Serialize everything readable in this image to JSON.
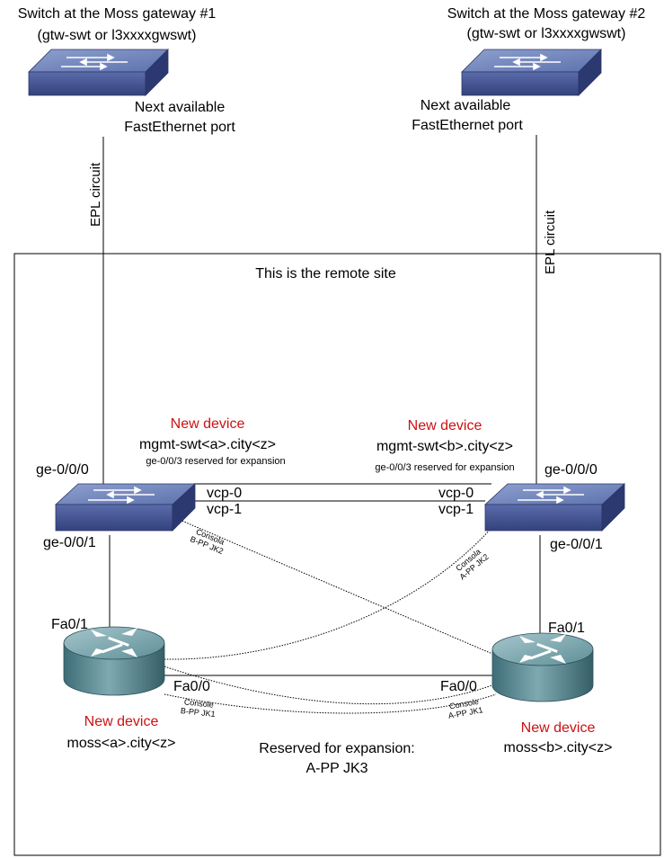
{
  "gateway1": {
    "title": "Switch at the Moss gateway #1",
    "subtitle": "(gtw-swt or l3xxxxgwswt)",
    "port_line1": "Next available",
    "port_line2": "FastEthernet port",
    "circuit": "EPL circuit"
  },
  "gateway2": {
    "title": "Switch at the Moss gateway #2",
    "subtitle": "(gtw-swt or l3xxxxgwswt)",
    "port_line1": "Next available",
    "port_line2": "FastEthernet port",
    "circuit": "EPL circuit"
  },
  "remote_site": {
    "title": "This is the remote site"
  },
  "switch_a": {
    "badge": "New device",
    "name": "mgmt-swt<a>.city<z>",
    "note": "ge-0/0/3 reserved for expansion",
    "uplink_port": "ge-0/0/0",
    "downlink_port": "ge-0/0/1",
    "vcp0": "vcp-0",
    "vcp1": "vcp-1"
  },
  "switch_b": {
    "badge": "New device",
    "name": "mgmt-swt<b>.city<z>",
    "note": "ge-0/0/3 reserved for expansion",
    "uplink_port": "ge-0/0/0",
    "downlink_port": "ge-0/0/1",
    "vcp0": "vcp-0",
    "vcp1": "vcp-1"
  },
  "router_a": {
    "badge": "New device",
    "name": "moss<a>.city<z>",
    "uplink_port": "Fa0/1",
    "link_port": "Fa0/0"
  },
  "router_b": {
    "badge": "New device",
    "name": "moss<b>.city<z>",
    "uplink_port": "Fa0/1",
    "link_port": "Fa0/0"
  },
  "console_links": {
    "sw_a_console_1": "Consola",
    "sw_a_console_2": "B-PP JK2",
    "sw_b_console_1": "Consola",
    "sw_b_console_2": "A-PP JK2",
    "rt_a_console_1": "Console",
    "rt_a_console_2": "B-PP JK1",
    "rt_b_console_1": "Console",
    "rt_b_console_2": "A-PP JK1"
  },
  "expansion": {
    "line1": "Reserved for expansion:",
    "line2": "A-PP JK3"
  },
  "colors": {
    "device_top": "#6a7fb5",
    "device_side": "#2f3f7a",
    "device_front": "#4a5a99",
    "router_top": "#6c9aa3",
    "router_side": "#3d6b75",
    "accent_red": "#cc1111"
  },
  "icons": {
    "switch": "switch-icon",
    "router": "router-icon"
  }
}
